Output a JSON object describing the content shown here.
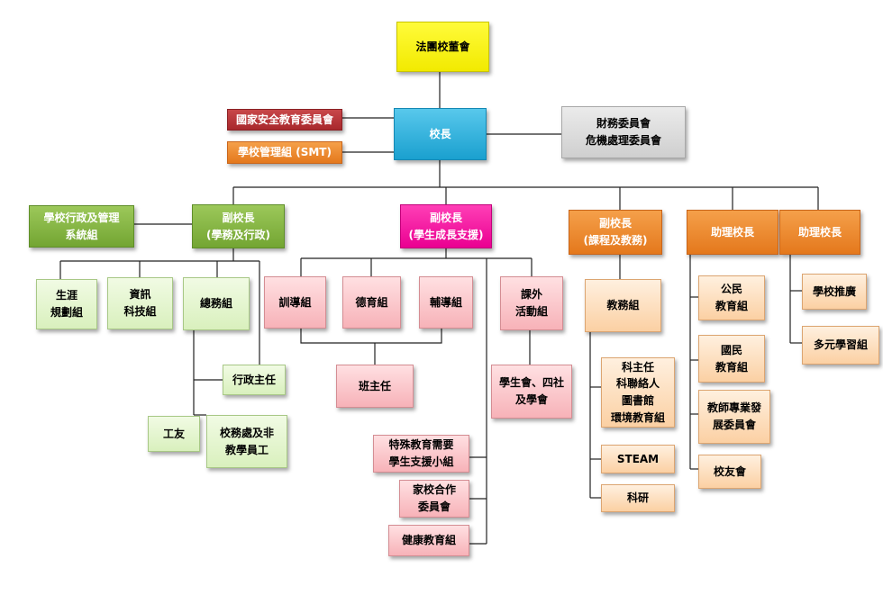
{
  "nodes": {
    "board": "法團校董會",
    "principal": "校長",
    "national_security": "國家安全教育委員會",
    "smt": "學校管理組 (SMT)",
    "finance_crisis": "財務委員會\n危機處理委員會",
    "admin_system": "學校行政及管理\n系統組",
    "vp_admin": "副校長\n(學務及行政)",
    "vp_growth": "副校長\n(學生成長支援)",
    "vp_curriculum": "副校長\n(課程及教務)",
    "ap_1": "助理校長",
    "ap_2": "助理校長",
    "career": "生涯\n規劃組",
    "it": "資訊\n科技組",
    "general_affairs": "總務組",
    "admin_head": "行政主任",
    "janitor": "工友",
    "non_teaching": "校務處及非\n教學員工",
    "discipline": "訓導組",
    "moral": "德育組",
    "counselling": "輔導組",
    "ecas": "課外\n活動組",
    "class_teacher": "班主任",
    "student_union": "學生會、四社\n及學會",
    "sen": "特殊教育需要\n學生支援小組",
    "home_school": "家校合作\n委員會",
    "health": "健康教育組",
    "academic": "教務組",
    "subject_heads": "科主任\n科聯絡人\n圖書館\n環境教育組",
    "steam": "STEAM",
    "research": "科研",
    "civic": "公民\n教育組",
    "national_ed": "國民\n教育組",
    "teacher_dev": "教師專業發\n展委員會",
    "alumni": "校友會",
    "promotion": "學校推廣",
    "multiple_learning": "多元學習組"
  }
}
